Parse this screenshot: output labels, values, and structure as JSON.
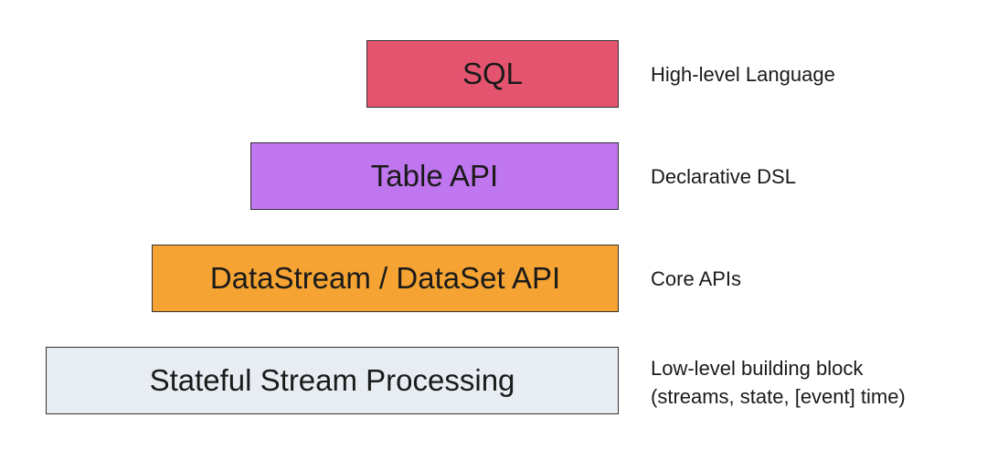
{
  "layers": [
    {
      "label": "SQL",
      "description": [
        "High-level Language"
      ],
      "color": "#e5546f"
    },
    {
      "label": "Table API",
      "description": [
        "Declarative DSL"
      ],
      "color": "#c076ef"
    },
    {
      "label": "DataStream / DataSet API",
      "description": [
        "Core APIs"
      ],
      "color": "#f5a332"
    },
    {
      "label": "Stateful Stream Processing",
      "description": [
        "Low-level building block",
        "(streams, state, [event] time)"
      ],
      "color": "#e8ecf3"
    }
  ]
}
